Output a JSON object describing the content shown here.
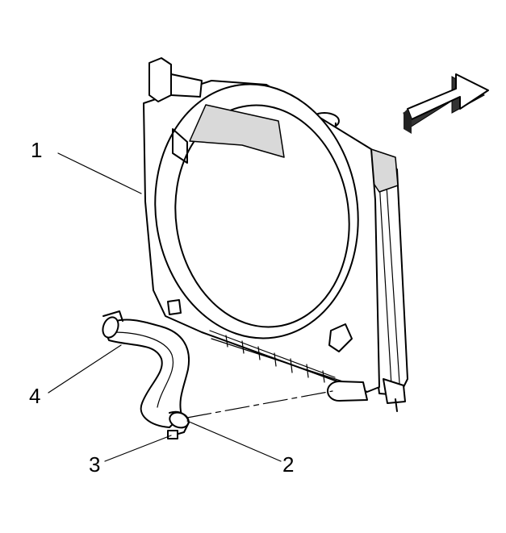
{
  "callouts": [
    {
      "id": "1",
      "text": "1"
    },
    {
      "id": "2",
      "text": "2"
    },
    {
      "id": "3",
      "text": "3"
    },
    {
      "id": "4",
      "text": "4"
    }
  ],
  "direction_arrow": {
    "icon": "direction-arrow-icon"
  }
}
